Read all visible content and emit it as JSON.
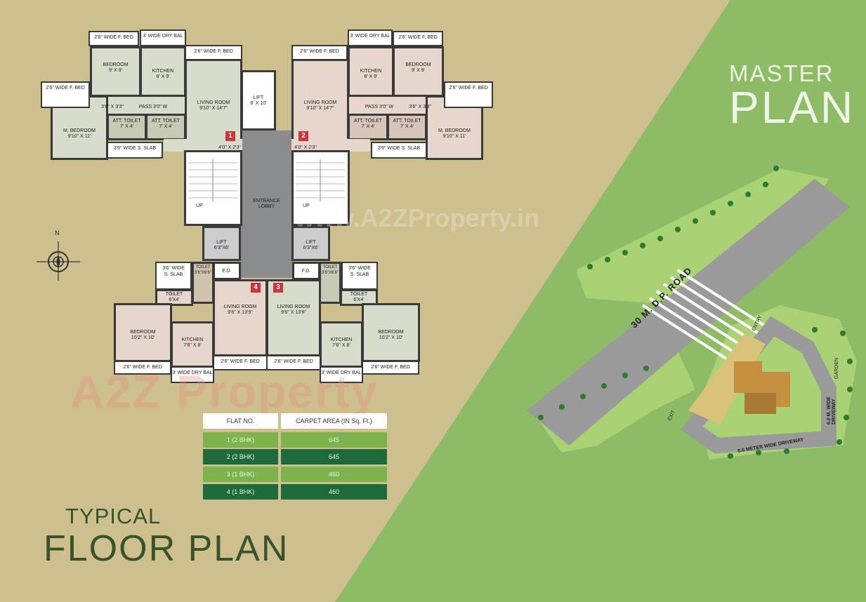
{
  "floor_plan": {
    "title_line1": "TYPICAL",
    "title_line2": "FLOOR PLAN",
    "rooms": {
      "bedroom_1": "BEDROOM\n9' X 9'",
      "kitchen_1": "KITCHEN\n8' X 9'",
      "living_1": "LIVING ROOM\n9'10\" X 14'7\"",
      "mbedroom_1": "M. BEDROOM\n9'10\" X 11'",
      "att_toilet_1a": "ATT. TOILET\n7' X 4'",
      "att_toilet_1b": "ATT. TOILET\n7' X 4'",
      "passage_1": "3'6\" X 3'3\"",
      "pass_1": "PASS 3'0\" W",
      "lift_top": "LIFT\n6' X 10'",
      "bedroom_2": "BEDROOM\n9' X 9'",
      "kitchen_2": "KITCHEN\n8' X 9'",
      "living_2": "LIVING ROOM\n9'10\" X 14'7\"",
      "mbedroom_2": "M. BEDROOM\n9'10\" X 11'",
      "att_toilet_2a": "ATT. TOILET\n7' X 4'",
      "att_toilet_2b": "ATT. TOILET\n7' X 4'",
      "passage_2": "3'6\" X 3'3\"",
      "pass_2": "PASS 3'0\" W",
      "entrance": "ENTRANCE\nLOBBY",
      "up_left": "UP",
      "up_right": "UP",
      "lift_left": "LIFT\n6'3\"X6'",
      "lift_right": "LIFT\n6'3\"X6'",
      "ed": "E.D.",
      "fd": "F.D.",
      "toilet_3a": "TOILET\n3'6\"X6'6\"",
      "toilet_3b": "TOILET\n6'X4'",
      "living_4": "LIVING ROOM\n9'6\" X 13'9\"",
      "bedroom_4": "BEDROOM\n10'2\" X 10'",
      "kitchen_4": "KITCHEN\n7'6\" X 8'",
      "living_3": "LIVING ROOM\n9'6\" X 13'9\"",
      "toilet_4a": "TOILET\n3'6\"X6'6\"",
      "toilet_4b": "TOILET\n6'X4'",
      "kitchen_3": "KITCHEN\n7'6\" X 8'",
      "bedroom_3": "BEDROOM\n10'2\" X 10'",
      "door_1": "4'0\" X 2'3\"",
      "door_2": "4'0\" X 2'3\""
    },
    "tags": {
      "t1": "2'6\" WIDE F. BED",
      "t2": "3' WIDE DRY BAL",
      "t3": "2'6\" WIDE F. BED",
      "t4": "2'6\" WIDE F. BED",
      "t5": "3'6\" WIDE S. SLAB",
      "t6": "3' WIDE DRY BAL",
      "t7": "2'6\" WIDE F. BED",
      "t8": "2'6\" WIDE F. BED",
      "t9": "2'6\" WIDE F. BED",
      "t10": "3'6\" WIDE S. SLAB",
      "t11": "3'6\" WIDE\nS. SLAB",
      "t12": "2'6\" WIDE F. BED",
      "t13": "3' WIDE DRY BAL",
      "t14": "2'6\" WIDE F. BED",
      "t15": "3'6\" WIDE\nS. SLAB",
      "t16": "2'6\" WIDE F. BED",
      "t17": "3' WIDE DRY BAL",
      "t18": "2'6\" WIDE F. BED"
    },
    "flat_numbers": [
      "1",
      "2",
      "3",
      "4"
    ],
    "compass": "N"
  },
  "table": {
    "headers": [
      "FLAT NO.",
      "CARPET AREA (IN Sq. Ft.)"
    ],
    "rows": [
      {
        "flat": "1 (2 BHK)",
        "area": "645",
        "color": "#7db34c"
      },
      {
        "flat": "2 (2 BHK)",
        "area": "645",
        "color": "#1f6a3a"
      },
      {
        "flat": "3 (1 BHK)",
        "area": "460",
        "color": "#7db34c"
      },
      {
        "flat": "4 (1 BHK)",
        "area": "460",
        "color": "#1f6a3a"
      }
    ]
  },
  "master_plan": {
    "title_line1": "MASTER",
    "title_line2": "PLAN",
    "road_label": "30 M. D.P. ROAD",
    "entry_label": "ENTRY",
    "exit_label": "EXIT",
    "garden_label": "GARDEN",
    "driveway_label": "6.0 METER WIDE DRIVEWAY",
    "driveway_label_2": "6.0 M. WIDE DRIVEWAY"
  },
  "watermark": {
    "text": "A2Z Property",
    "url": "www.A2ZProperty.in"
  },
  "colors": {
    "left_bg": "#cdbf8e",
    "right_bg": "#8ebb66",
    "flat1_fill": "#d7dccb",
    "flat2_fill": "#e7d6cc",
    "lobby": "#8a8c8e"
  }
}
